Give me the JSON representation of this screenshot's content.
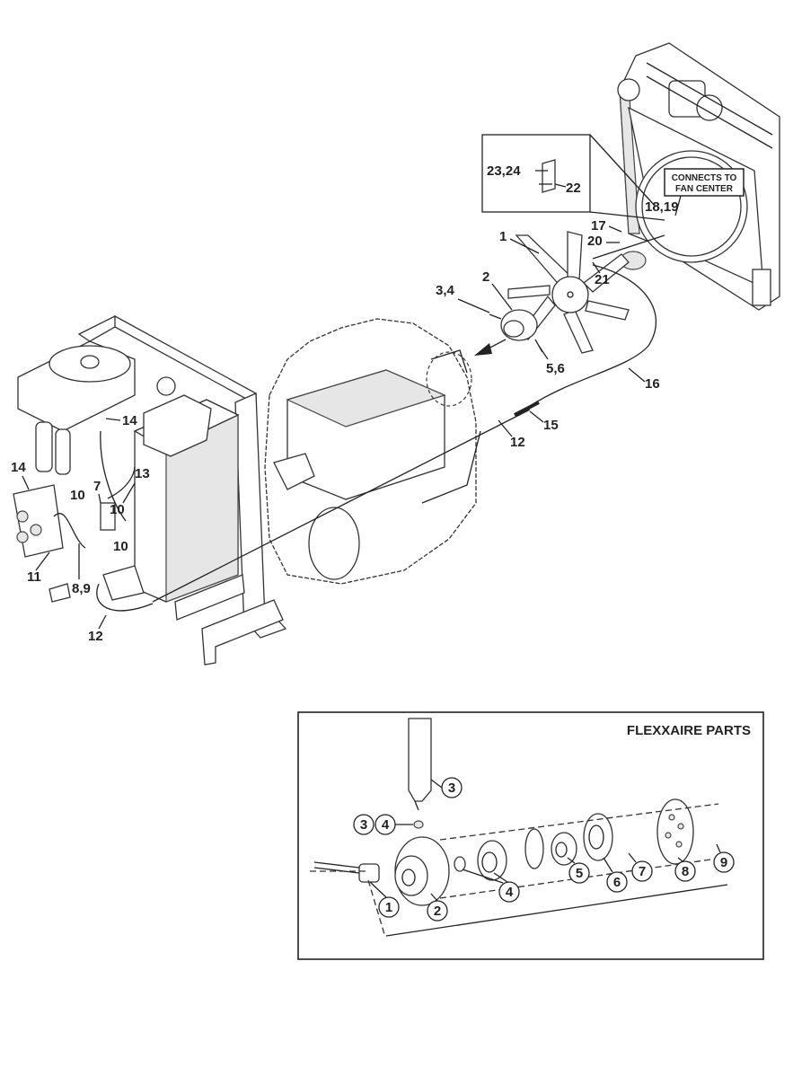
{
  "main_labels": {
    "l1": "1",
    "l2": "2",
    "l3_4": "3,4",
    "l5_6": "5,6",
    "l12a": "12",
    "l12b": "12",
    "l13": "13",
    "l14a": "14",
    "l14b": "14",
    "l15": "15",
    "l16": "16",
    "l7": "7",
    "l8_9": "8,9",
    "l10a": "10",
    "l10b": "10",
    "l10c": "10",
    "l11": "11",
    "l17": "17",
    "l18_19": "18,19",
    "l20": "20",
    "l21": "21",
    "l22": "22",
    "l23_24": "23,24"
  },
  "note_box": {
    "line1": "CONNECTS TO",
    "line2": "FAN CENTER"
  },
  "inset": {
    "title": "FLEXXAIRE PARTS",
    "callouts": {
      "c3a": "3",
      "c3b": "3",
      "c4a": "4",
      "c4b": "4",
      "c1": "1",
      "c2": "2",
      "c5": "5",
      "c6": "6",
      "c7": "7",
      "c8": "8",
      "c9": "9"
    }
  }
}
